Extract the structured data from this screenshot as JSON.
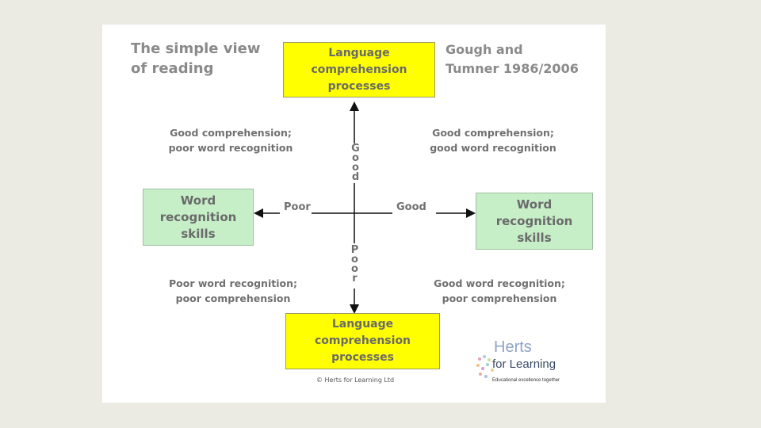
{
  "title": {
    "line1": "The simple view",
    "line2": "of reading"
  },
  "citation": {
    "line1": "Gough and",
    "line2": "Tumner 1986/2006"
  },
  "boxes": {
    "language_top": {
      "line1": "Language",
      "line2": "comprehension",
      "line3": "processes"
    },
    "language_bottom": {
      "line1": "Language",
      "line2": "comprehension",
      "line3": "processes"
    },
    "word_left": {
      "line1": "Word",
      "line2": "recognition",
      "line3": "skills"
    },
    "word_right": {
      "line1": "Word",
      "line2": "recognition",
      "line3": "skills"
    }
  },
  "quadrants": {
    "top_left": {
      "line1": "Good comprehension;",
      "line2": "poor word recognition"
    },
    "top_right": {
      "line1": "Good comprehension;",
      "line2": "good word recognition"
    },
    "bottom_left": {
      "line1": "Poor word recognition;",
      "line2": "poor comprehension"
    },
    "bottom_right": {
      "line1": "Good word recognition;",
      "line2": "poor comprehension"
    }
  },
  "axis_labels": {
    "horizontal_poor": "Poor",
    "horizontal_good": "Good",
    "vertical_good": "Good",
    "vertical_poor": "Poor"
  },
  "copyright": "© Herts for Learning Ltd",
  "logo": {
    "line1": "Herts",
    "line2": "for Learning",
    "tagline": "Educational excellence together"
  },
  "colors": {
    "language_box": "#ffff00",
    "word_box": "#c6efc8",
    "background": "#ebebe4"
  }
}
